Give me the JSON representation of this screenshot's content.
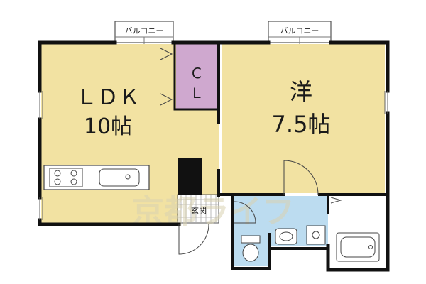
{
  "balcony_left": "バルコニー",
  "balcony_right": "バルコニー",
  "ldk_label": "ＬＤＫ",
  "ldk_size": "10帖",
  "closet_label_1": "Ｃ",
  "closet_label_2": "Ｌ",
  "western_label": "洋",
  "western_size": "7.5帖",
  "entrance_label": "玄関",
  "watermark": "京都ライフ",
  "colors": {
    "ldk": "#f2e2a2",
    "closet": "#cfa8cf",
    "western": "#f2e2a2",
    "wet_area": "#bcdcf0",
    "wall": "#111111",
    "watermark": "#d9d2b0"
  }
}
